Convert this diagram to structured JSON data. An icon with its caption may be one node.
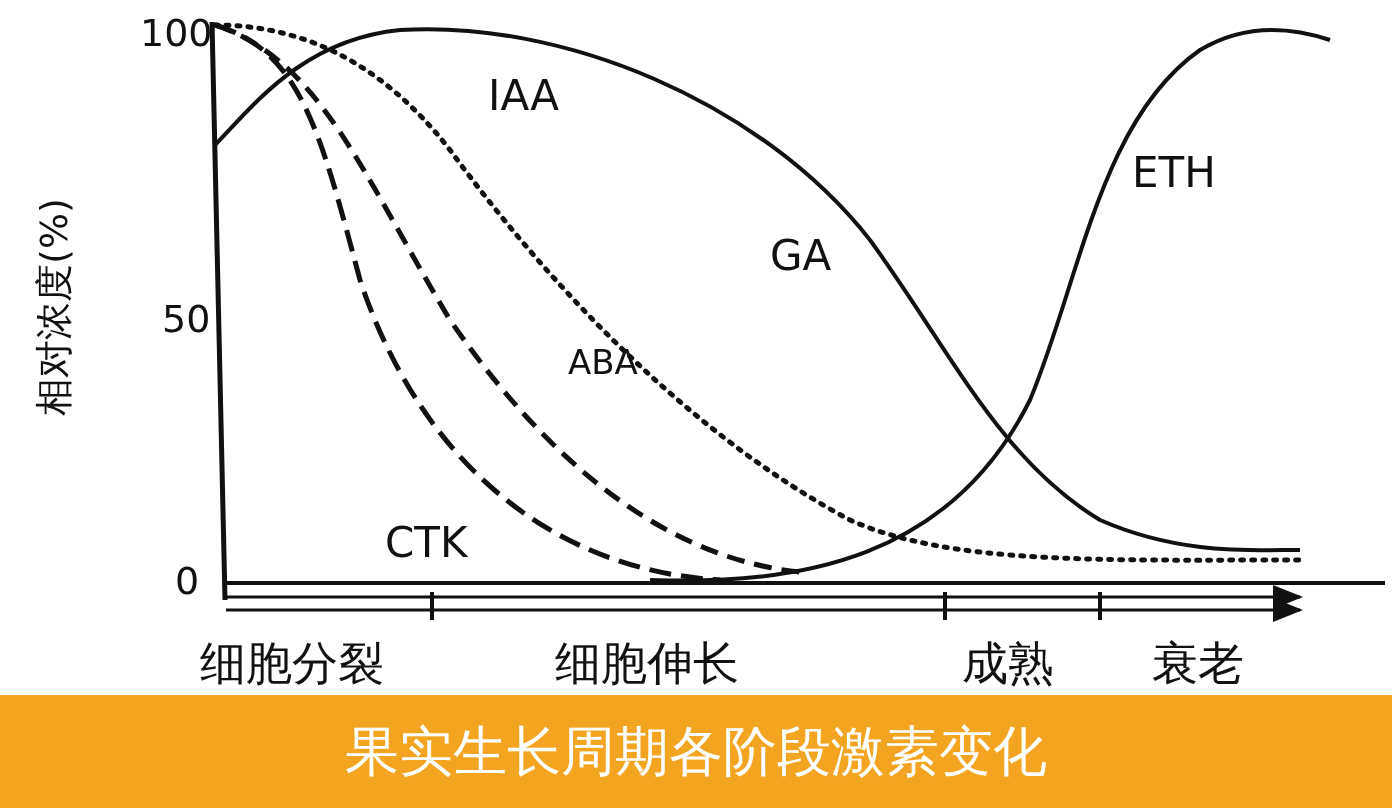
{
  "diagram": {
    "caption": "果实生长周期各阶段激素变化",
    "labels": [
      "100",
      "IAA",
      "GA",
      "ETH",
      "相对浓度(%)",
      "50",
      "ABA",
      "CTK",
      "0",
      "细胞分裂",
      "细胞伸长",
      "成熟",
      "衰老"
    ]
  }
}
